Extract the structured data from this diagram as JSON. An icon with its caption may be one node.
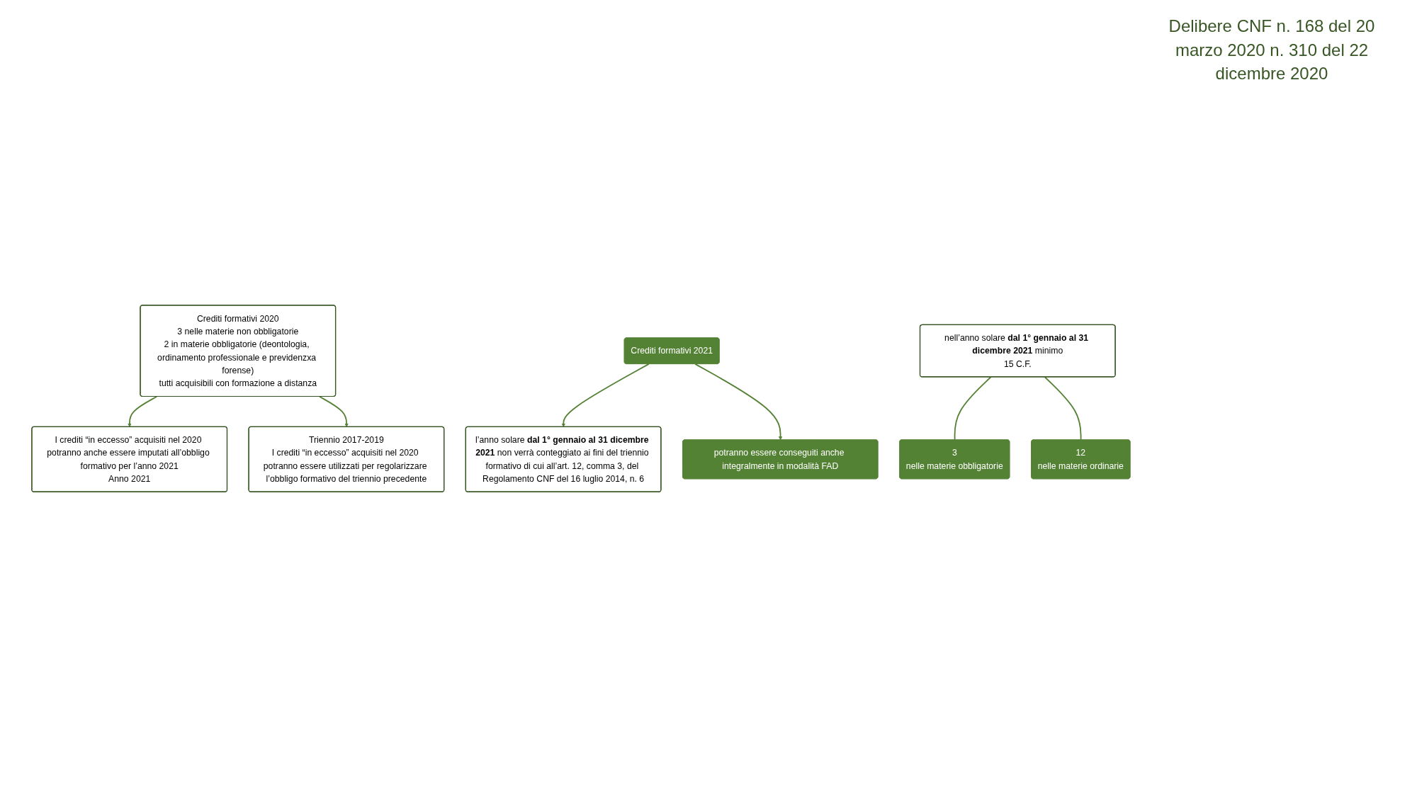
{
  "diagram": {
    "nodes": [
      {
        "text": [
          "Crediti formativi 2020",
          "3 nelle materie non obbligatorie",
          "2 in materie obbligatorie (deontologia, ordinamento professionale e previdenzxa forense)",
          "tutti acquisibili con formazione a distanza"
        ]
      },
      {
        "text": [
          "I crediti “in eccesso” acquisiti nel 2020 potranno anche essere imputati all’obbligo formativo per l’anno 2021",
          "Anno 2021"
        ]
      },
      {
        "text": [
          "Triennio 2017-2019",
          "I crediti “in eccesso” acquisiti nel 2020 potranno essere utilizzati per regolarizzare l’obbligo formativo del triennio precedente"
        ]
      },
      {
        "text": [
          "Crediti formativi 2021"
        ]
      },
      {
        "text": [
          "l’anno solare **dal 1° gennaio al 31 dicembre 2021** non verrà conteggiato ai fini del triennio formativo di cui all’art. 12, comma 3, del Regolamento CNF del 16 luglio 2014, n. 6"
        ]
      },
      {
        "text": [
          "nell’anno solare **dal 1° gennaio al 31 dicembre 2021** minimo",
          "15 C.F."
        ]
      },
      {
        "text": [
          "3",
          "nelle materie obbligatorie"
        ]
      },
      {
        "text": [
          "12",
          "nelle materie ordinarie"
        ]
      },
      {
        "text": [
          "potranno essere conseguiti anche integralmente in modalità FAD"
        ]
      }
    ],
    "edges": [
      {
        "from": 0,
        "to": 1,
        "arrow": "to"
      },
      {
        "from": 0,
        "to": 2,
        "arrow": "to"
      },
      {
        "from": 3,
        "to": 4,
        "arrow": "to"
      },
      {
        "from": 3,
        "to": 8,
        "arrow": "to"
      },
      {
        "from": 5,
        "to": 6,
        "arrow": "none"
      },
      {
        "from": 5,
        "to": 7,
        "arrow": "none"
      }
    ],
    "labels": [
      "Delibere CNF n. 168 del 20 marzo 2020 n. 310 del 22 dicembre 2020"
    ]
  }
}
